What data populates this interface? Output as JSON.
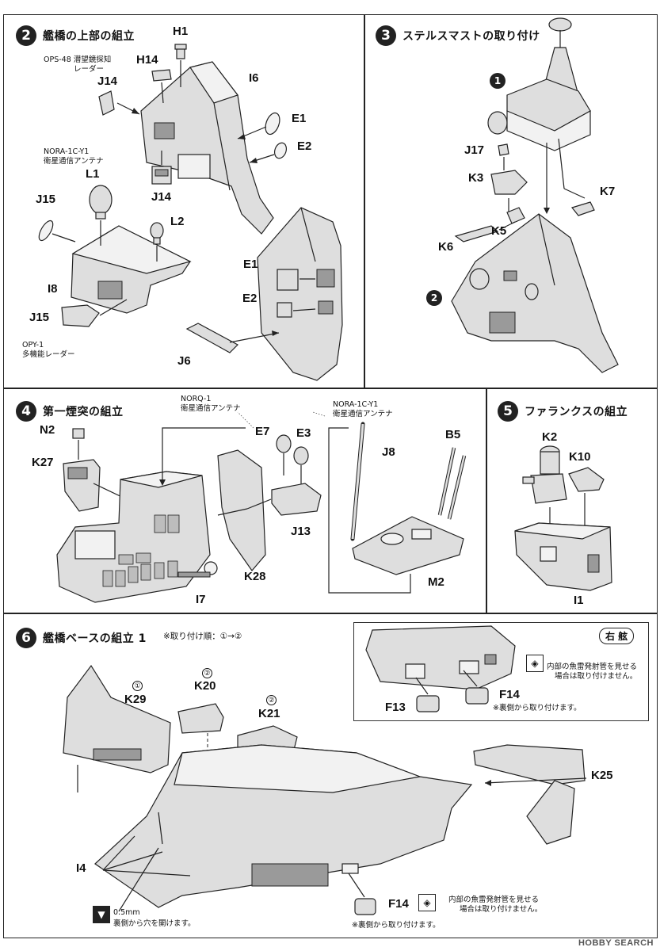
{
  "step2": {
    "num": "2",
    "title": "艦橋の上部の組立",
    "labels": {
      "h1": "H1",
      "h14": "H14",
      "j14a": "J14",
      "i6": "I6",
      "e1a": "E1",
      "e2a": "E2",
      "l1": "L1",
      "j15a": "J15",
      "j14b": "J14",
      "l2": "L2",
      "i8": "I8",
      "j15b": "J15",
      "e1b": "E1",
      "e2b": "E2",
      "j6": "J6"
    },
    "notes": {
      "ops48": "OPS-48 潜望鏡探知",
      "ops48_2": "レーダー",
      "nora": "NORA-1C-Y1",
      "nora_2": "衛星通信アンテナ",
      "opy": "OPY-1",
      "opy_2": "多機能レーダー"
    }
  },
  "step3": {
    "num": "3",
    "title": "ステルスマストの取り付け",
    "labels": {
      "j17": "J17",
      "k3": "K3",
      "k7": "K7",
      "k5": "K5",
      "k6": "K6"
    },
    "ref1": "1",
    "ref2": "2"
  },
  "step4": {
    "num": "4",
    "title": "第一煙突の組立",
    "labels": {
      "n2": "N2",
      "k27": "K27",
      "e7": "E7",
      "e3": "E3",
      "j13": "J13",
      "k28": "K28",
      "i7": "I7",
      "j8": "J8",
      "b5": "B5",
      "m2": "M2"
    },
    "notes": {
      "norq": "NORQ-1",
      "norq_2": "衛星通信アンテナ",
      "nora": "NORA-1C-Y1",
      "nora_2": "衛星通信アンテナ"
    }
  },
  "step5": {
    "num": "5",
    "title": "ファランクスの組立",
    "labels": {
      "k2": "K2",
      "k10": "K10",
      "i1": "I1"
    }
  },
  "step6": {
    "num": "6",
    "title": "艦橋ベースの組立 1",
    "order_note": "※取り付け順：①→②",
    "order_1": "①",
    "order_2": "②",
    "labels": {
      "k29": "K29",
      "k20": "K20",
      "k21": "K21",
      "k25": "K25",
      "i4": "I4",
      "f14": "F14"
    },
    "inset": {
      "badge": "右 舷",
      "f13": "F13",
      "f14": "F14",
      "note1": "内部の魚雷発射管を見せる",
      "note1_2": "場合は取り付けません。",
      "note2": "※裏側から取り付けます。"
    },
    "drill": {
      "size": "0.5mm",
      "text": "裏側から穴を開けます。"
    },
    "bottom_note1": "内部の魚雷発射管を見せる",
    "bottom_note1_2": "場合は取り付けません。",
    "bottom_note2": "※裏側から取り付けます。"
  },
  "watermark": "HOBBY SEARCH"
}
